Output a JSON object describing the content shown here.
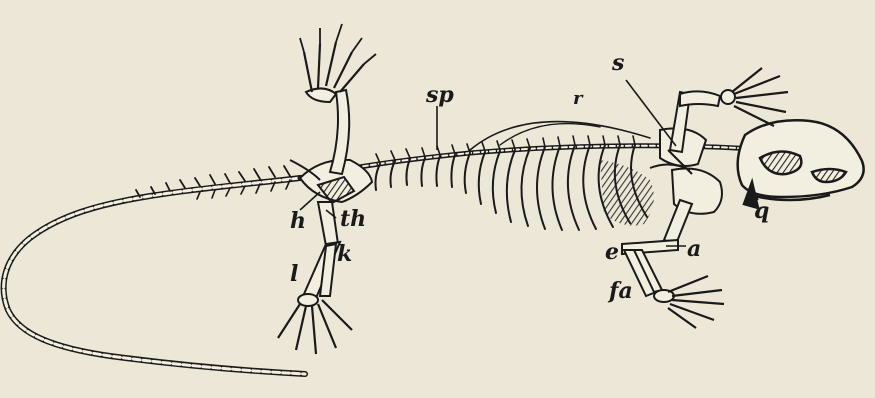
{
  "figure": {
    "labels": {
      "sp": "sp",
      "r": "r",
      "s": "s",
      "h": "h",
      "th": "th",
      "k": "k",
      "l": "l",
      "e": "e",
      "a": "a",
      "fa": "fa",
      "q": "q"
    }
  },
  "colors": {
    "background": "#ece7d6",
    "ink": "#1a1a1a",
    "bone_fill": "#f3efe0"
  }
}
